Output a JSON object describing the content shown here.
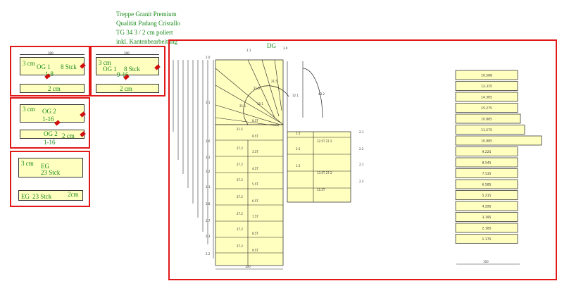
{
  "header": {
    "line1": "Treppe Granit Premium",
    "line2": "Qualität Padang Cristallo",
    "line3": "TG 34 3 / 2 cm poliert",
    "line4": "inkl. Kantenbearbeitung"
  },
  "panels": [
    {
      "top_thick": "3 cm",
      "top_name": "OG 1",
      "top_qty": "8 Stck",
      "top_range": "1-8",
      "bottom_thick": "2 cm"
    },
    {
      "top_thick": "3 cm",
      "top_name": "OG 1",
      "top_qty": "8 Stck",
      "top_range": "9-16",
      "bottom_thick": "2 cm"
    },
    {
      "top_thick": "3 cm",
      "top_name": "OG 2",
      "top_range": "1-16",
      "bottom_name": "OG 2",
      "bottom_thick": "2 cm",
      "bottom_range": "1-16"
    },
    {
      "top_thick": "3 cm",
      "top_name": "EG",
      "top_qty": "23 Stck",
      "bottom_name": "EG",
      "bottom_qty": "23 Stck",
      "bottom_thick": "2cm"
    }
  ],
  "plan": {
    "floor_label": "DG"
  },
  "steps_list": {
    "values": [
      "10.588",
      "12.315",
      "14.305",
      "15.275",
      "10.885",
      "11.275",
      "10.885",
      "9.225",
      "8.545",
      "7.535",
      "6.585",
      "5.215",
      "4.295",
      "3.195",
      "2.185",
      "1.175"
    ],
    "widths": [
      88,
      88,
      88,
      88,
      92,
      98,
      122,
      88,
      88,
      88,
      88,
      88,
      88,
      88,
      88,
      88
    ]
  }
}
